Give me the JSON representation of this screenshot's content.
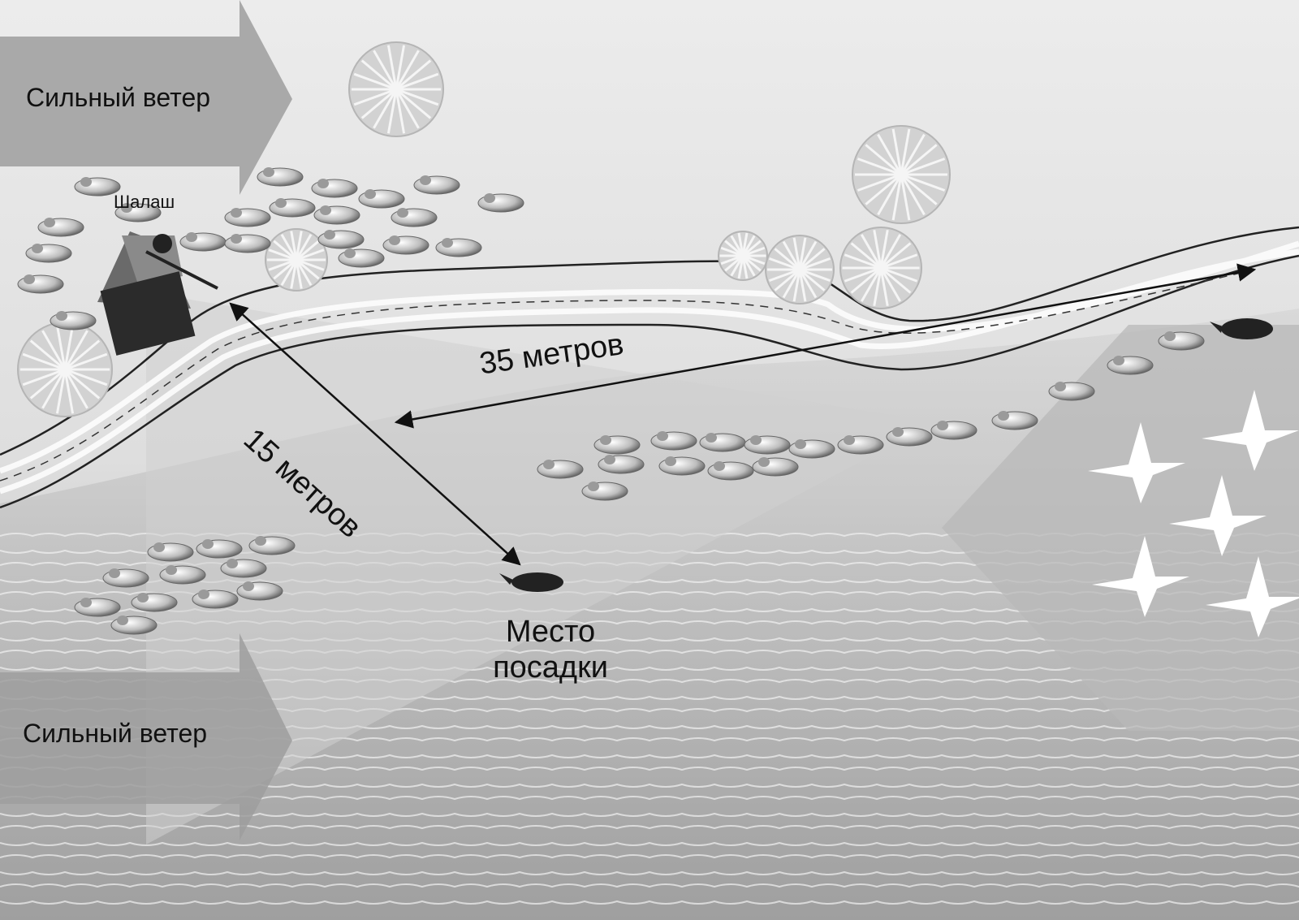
{
  "labels": {
    "wind_top": "Сильный ветер",
    "wind_bottom": "Сильный ветер",
    "hut": "Шалаш",
    "distance_near": "15 метров",
    "distance_far": "35 метров",
    "landing_line1": "Место",
    "landing_line2": "посадки"
  },
  "colors": {
    "ink": "#111111",
    "wind_arrow": "#9a9a9a",
    "sky": "#e6e6e6",
    "water": "#c4c4c4",
    "birds_in_flight": "#ffffff"
  },
  "icons": [
    "wind-arrow-icon",
    "hut-icon",
    "tree-icon",
    "decoy-duck-icon",
    "flying-bird-icon",
    "arrival-arrow-icon"
  ]
}
